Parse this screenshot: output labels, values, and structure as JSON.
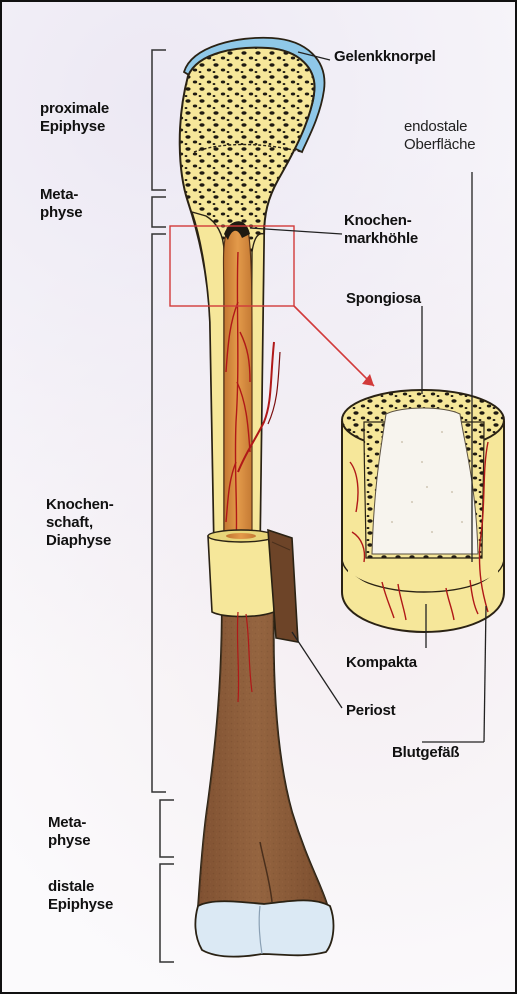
{
  "labels": {
    "gelenkknorpel": "Gelenkknorpel",
    "proximale_epiphyse": "proximale\nEpiphyse",
    "endostale_oberflaeche": "endostale\nOberfläche",
    "metaphyse_top": "Meta-\nphyse",
    "knochenmarkhoehle": "Knochen-\nmarkhöhle",
    "spongiosa": "Spongiosa",
    "knochenschaft_diaphyse": "Knochen-\nschaft,\nDiaphyse",
    "kompakta": "Kompakta",
    "periost": "Periost",
    "blutgefaess": "Blutgefäß",
    "metaphyse_bottom": "Meta-\nphyse",
    "distale_epiphyse": "distale\nEpiphyse"
  },
  "colors": {
    "bone_cream": "#f6e79a",
    "bone_outline": "#2a2214",
    "cartilage_blue": "#8fc8e8",
    "marrow_orange": "#d98b3c",
    "shaft_brown": "#8a5a38",
    "vessel_red": "#b01818",
    "callout_red": "#d23a3a",
    "spongy_dark": "#1f1a12",
    "distal_cartilage": "#dbe9f4"
  }
}
